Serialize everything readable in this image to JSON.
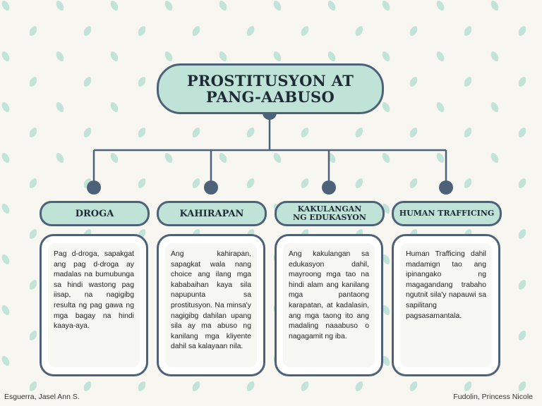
{
  "title": "PROSTITUSYON AT\nPANG-AABUSO",
  "colors": {
    "background": "#f7f6f1",
    "leaf": "#bfe3d6",
    "accent_fill": "#bfe3d6",
    "outline": "#4d6278",
    "connector_dot": "#4d6278"
  },
  "categories": [
    {
      "label": "DROGA",
      "text": "Pag d-droga, sapakgat ang pag d-droga ay madalas na bumubunga sa hindi wastong pag iisap, na nagigibg resulta ng pag gawa ng mga bagay na hindi kaaya-aya."
    },
    {
      "label": "KAHIRAPAN",
      "text": "Ang kahirapan, sapagkat wala nang choice ang ilang mga kababaihan kaya sila napupunta sa prostitusyon. Na minsa'y nagigibg dahilan upang sila ay ma abuso ng kanilang mga kliyente dahil sa kalayaan nila."
    },
    {
      "label": "KAKULANGAN\nNG EDUKASYON",
      "text": "Ang kakulangan sa edukasyon dahil, mayroong mga tao na hindi alam ang kanilang mga pantaong karapatan, at kadalasin, ang mga taong ito ang madaling naaabuso o nagagamit ng iba."
    },
    {
      "label": "HUMAN TRAFFICING",
      "text": "Human Trafficing dahil madamign tao ang ipinangako ng magagandang trabaho ngutnit sila'y napauwi sa sapilitang pagsasamantala."
    }
  ],
  "footer": {
    "left": "Esguerra, Jasel Ann S.",
    "right": "Fudolin, Princess Nicole"
  }
}
